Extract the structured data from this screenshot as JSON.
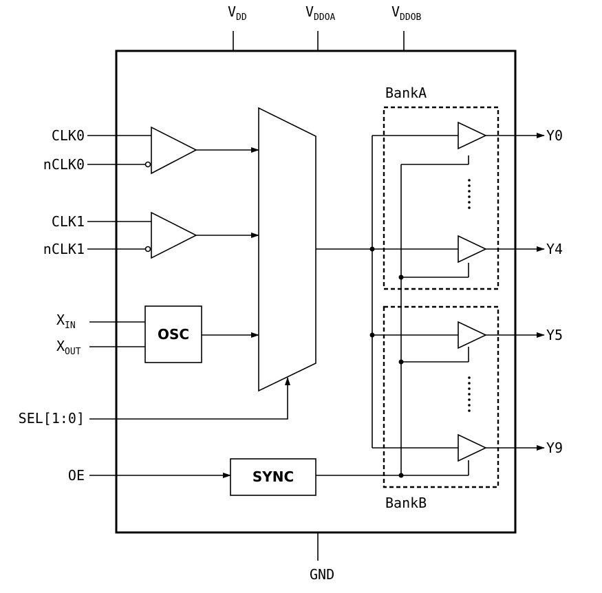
{
  "supply": {
    "vdd": {
      "main": "V",
      "sub": "DD"
    },
    "vddoa": {
      "main": "V",
      "sub": "DDOA"
    },
    "vddob": {
      "main": "V",
      "sub": "DDOB"
    },
    "gnd": "GND"
  },
  "inputs": {
    "clk0": "CLK0",
    "nclk0": "nCLK0",
    "clk1": "CLK1",
    "nclk1": "nCLK1",
    "xin": {
      "main": "X",
      "sub": "IN"
    },
    "xout": {
      "main": "X",
      "sub": "OUT"
    },
    "sel": "SEL[1:0]",
    "oe": "OE"
  },
  "blocks": {
    "osc": "OSC",
    "sync": "SYNC"
  },
  "banks": {
    "a": "BankA",
    "b": "BankB"
  },
  "outputs": {
    "y0": "Y0",
    "y4": "Y4",
    "y5": "Y5",
    "y9": "Y9"
  }
}
